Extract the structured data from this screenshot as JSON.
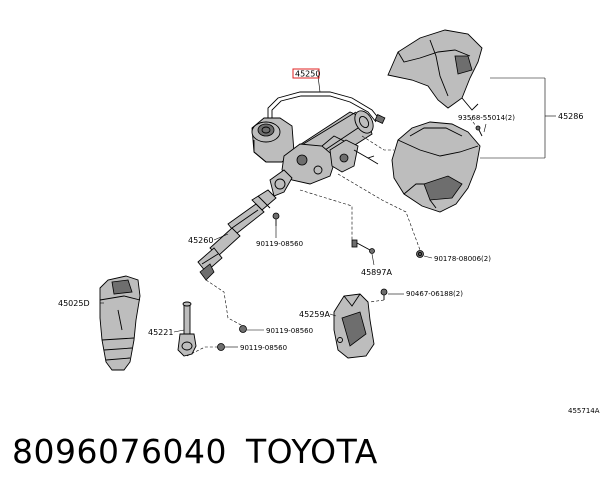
{
  "diagram": {
    "ref_code": "455714A",
    "labels": {
      "l45250": "45250",
      "l45286": "45286",
      "l93568": "93568-55014(2)",
      "l45260": "45260",
      "l90119a": "90119-08560",
      "l45897a": "45897A",
      "l90178": "90178-08006(2)",
      "l45025d": "45025D",
      "l45259a": "45259A",
      "l90467": "90467-06188(2)",
      "l45221": "45221",
      "l90119b": "90119-08560",
      "l90119c": "90119-08560"
    }
  },
  "footer": {
    "part_number": "8096076040",
    "brand": "TOYOTA"
  }
}
